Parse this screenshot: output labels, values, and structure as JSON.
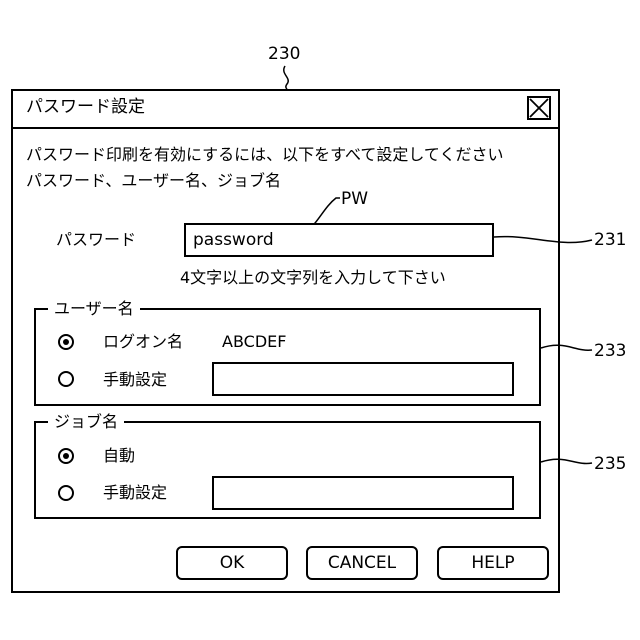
{
  "figure_refs": {
    "dialog": "230",
    "password_field": "231",
    "user_group": "233",
    "job_group": "235"
  },
  "pw_callout": "PW",
  "dialog": {
    "title": "パスワード設定",
    "instruction_line1": "パスワード印刷を有効にするには、以下をすべて設定してください",
    "instruction_line2": "パスワード、ユーザー名、ジョブ名",
    "password": {
      "label": "パスワード",
      "value": "password",
      "hint": "4文字以上の文字列を入力して下さい"
    },
    "user_group": {
      "legend": "ユーザー名",
      "logon_label": "ログオン名",
      "logon_value": "ABCDEF",
      "manual_label": "手動設定",
      "manual_value": "",
      "selected": "logon"
    },
    "job_group": {
      "legend": "ジョブ名",
      "auto_label": "自動",
      "manual_label": "手動設定",
      "manual_value": "",
      "selected": "auto"
    },
    "buttons": {
      "ok": "OK",
      "cancel": "CANCEL",
      "help": "HELP"
    }
  }
}
